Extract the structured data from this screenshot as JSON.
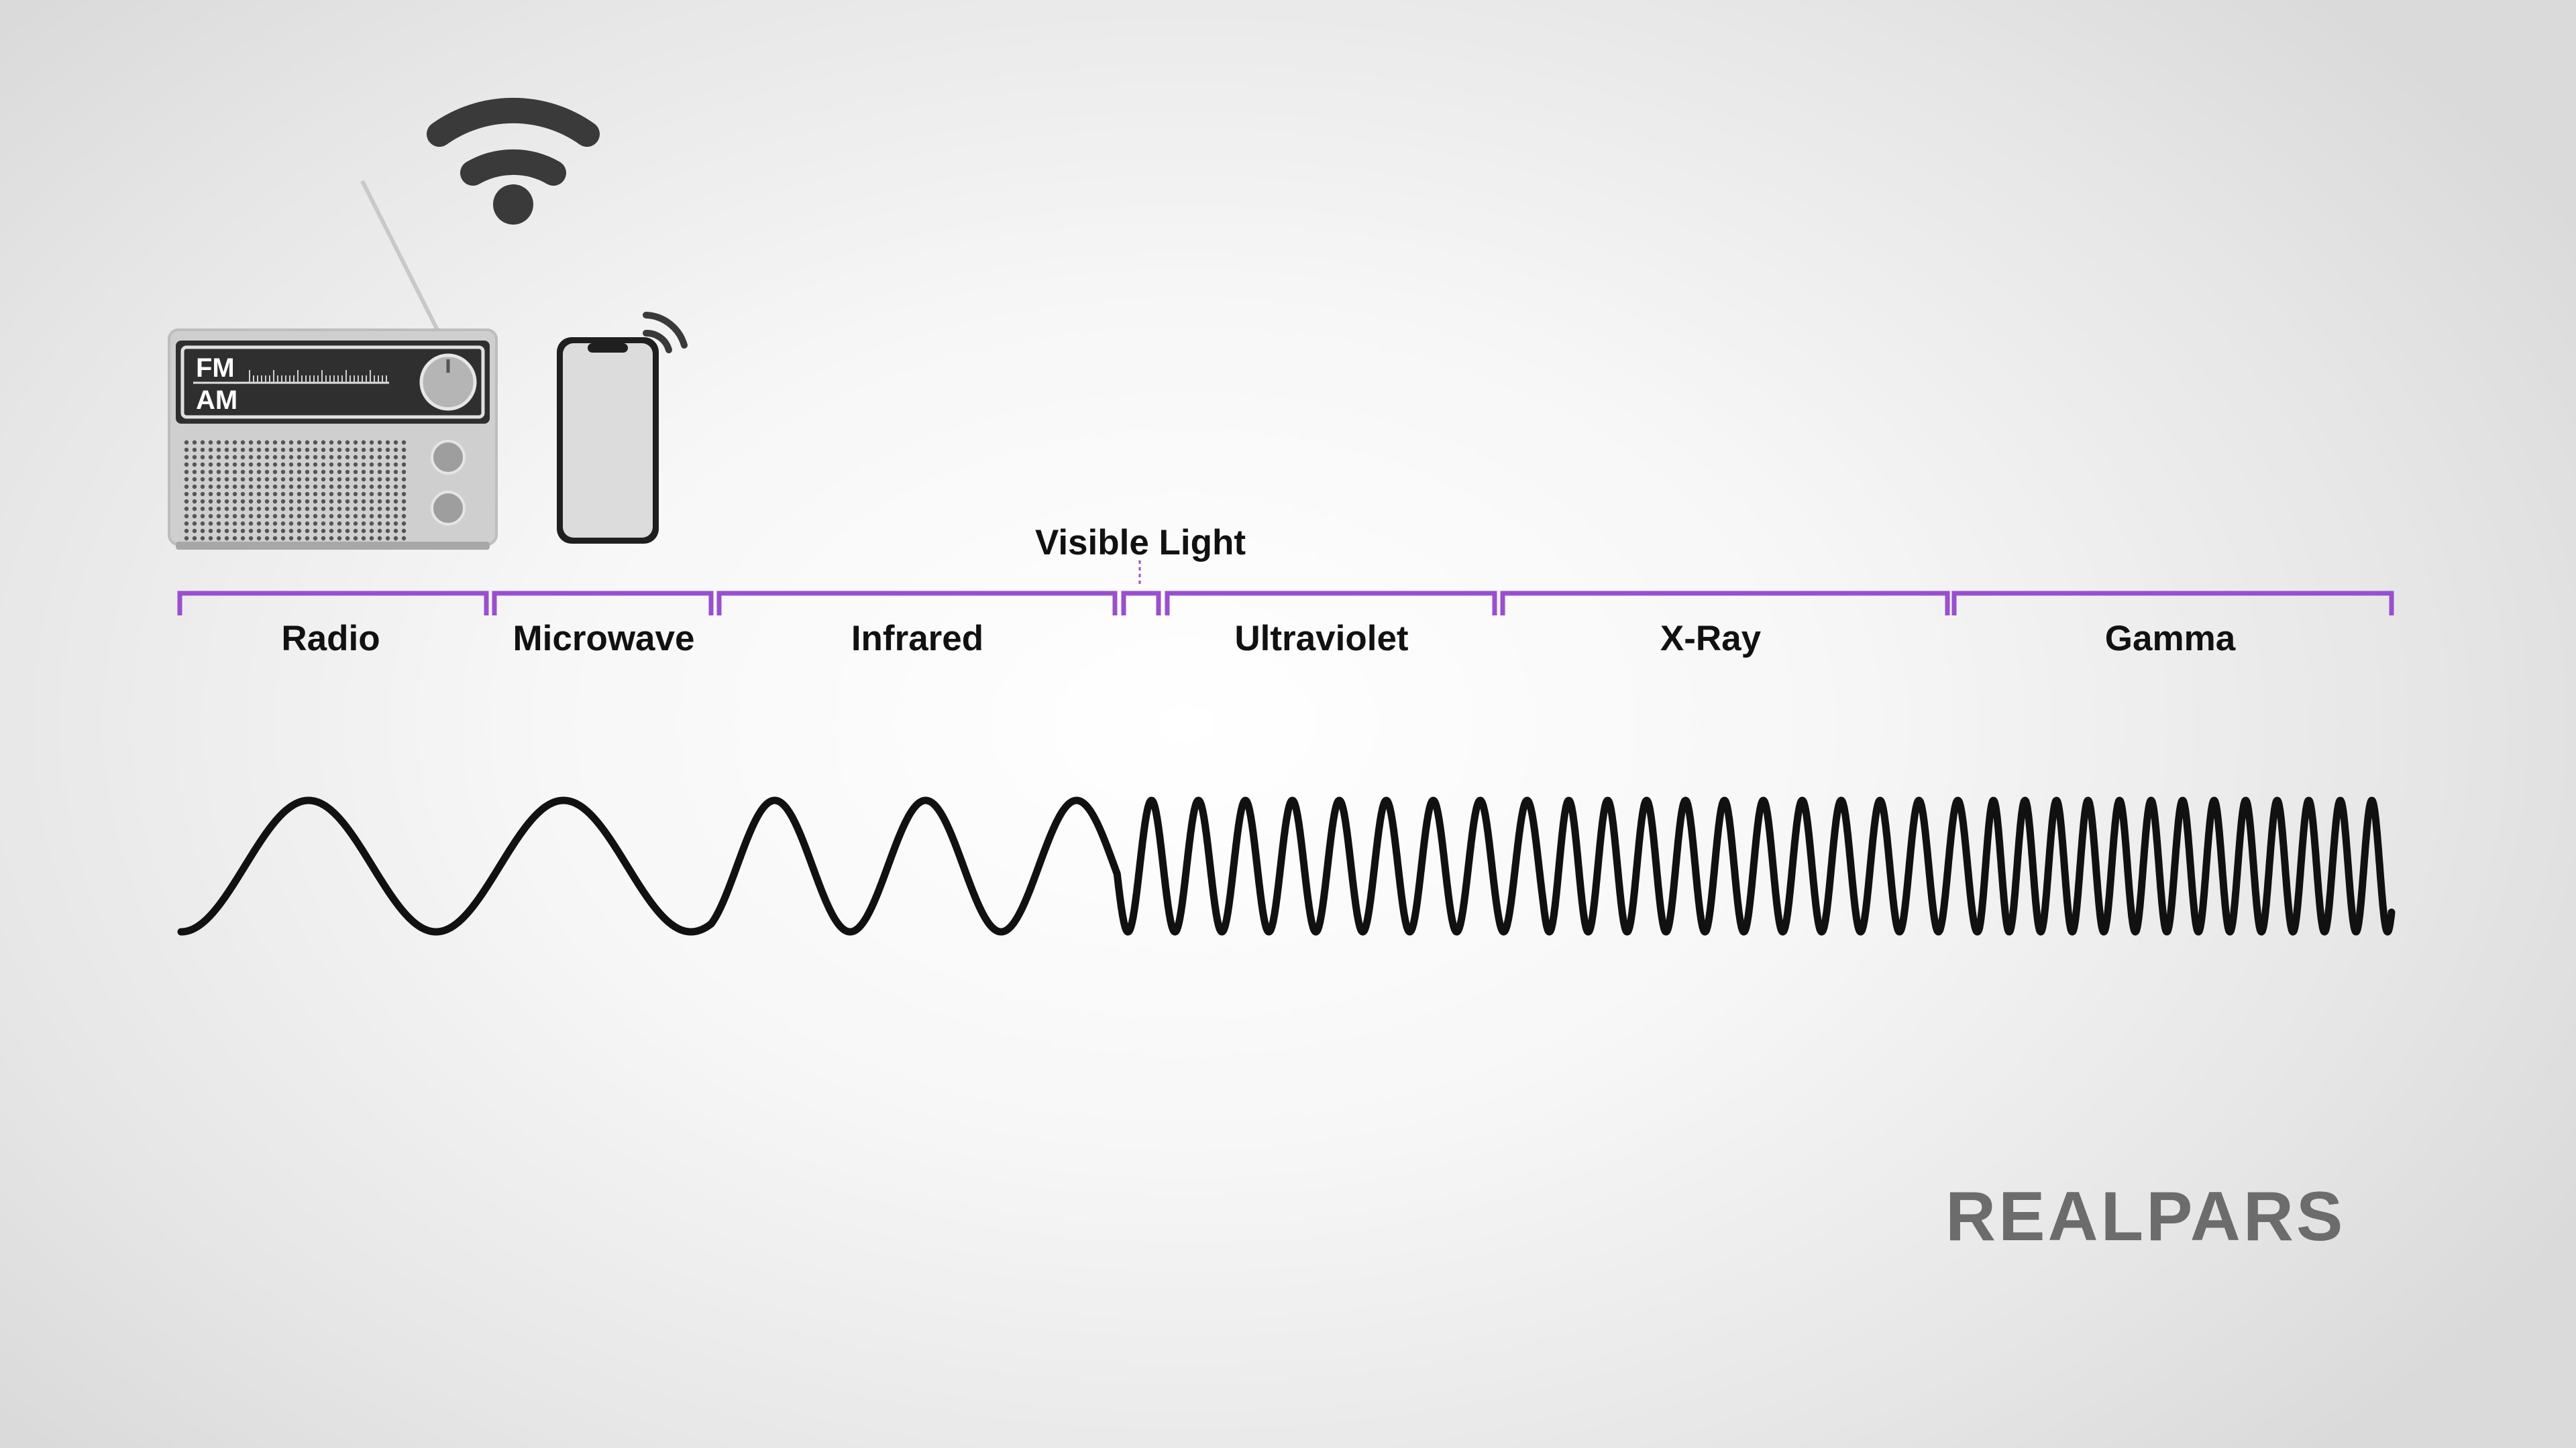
{
  "bands": [
    {
      "key": "radio",
      "label": "Radio"
    },
    {
      "key": "microwave",
      "label": "Microwave"
    },
    {
      "key": "infrared",
      "label": "Infrared"
    },
    {
      "key": "visible",
      "label": "Visible Light"
    },
    {
      "key": "ultraviolet",
      "label": "Ultraviolet"
    },
    {
      "key": "xray",
      "label": "X-Ray"
    },
    {
      "key": "gamma",
      "label": "Gamma"
    }
  ],
  "radio_device": {
    "fm_label": "FM",
    "am_label": "AM"
  },
  "icons": [
    "radio-icon",
    "wifi-icon",
    "smartphone-icon"
  ],
  "logo": {
    "text": "REALPARS"
  },
  "colors": {
    "bracket": "#9a4fd0",
    "wave": "#111111",
    "logo": "#6c6c6c",
    "background": "#efefef"
  },
  "wave": {
    "description_values_only": "frequency increases from radio to gamma"
  }
}
